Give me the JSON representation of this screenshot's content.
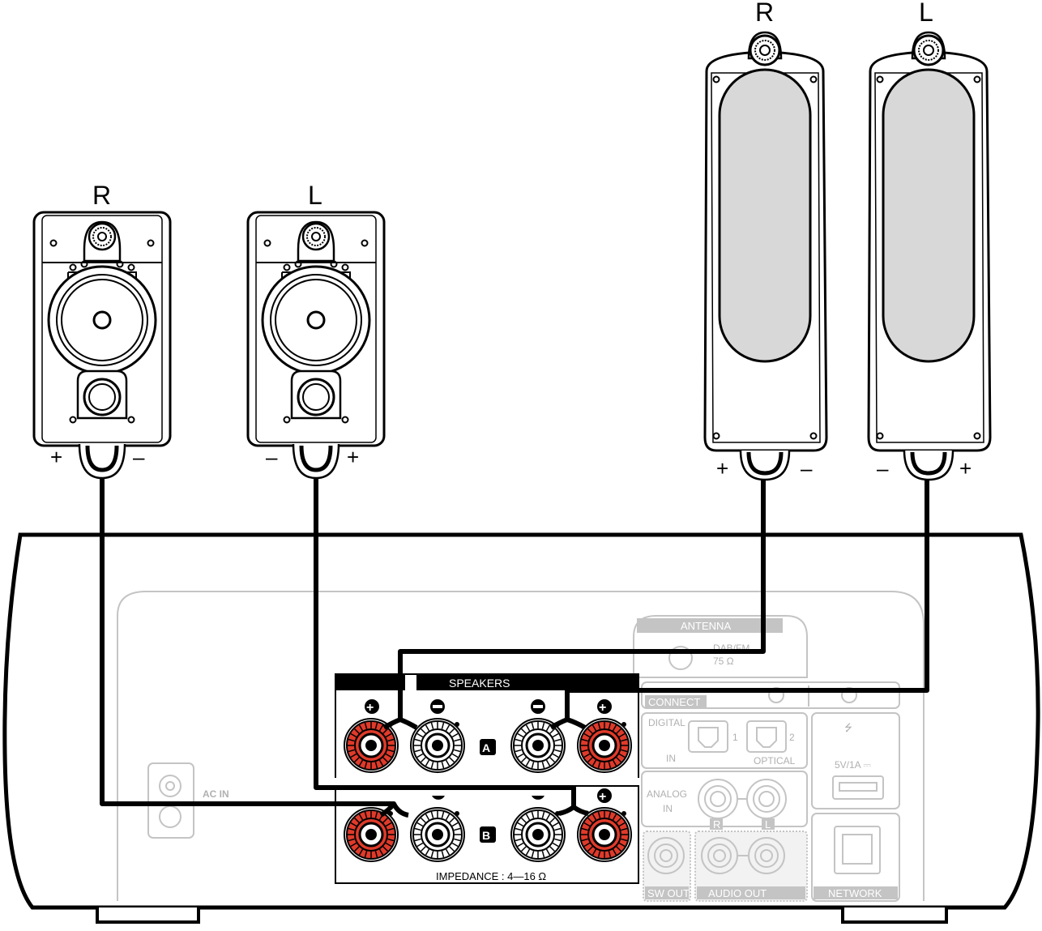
{
  "speakers": {
    "bookshelf_right_label": "R",
    "bookshelf_left_label": "L",
    "tower_right_label": "R",
    "tower_left_label": "L",
    "plus_sign": "+",
    "minus_sign": "–"
  },
  "panel": {
    "speakers_header": "SPEAKERS",
    "channel_a": "A",
    "channel_b": "B",
    "impedance": "IMPEDANCE : 4—16 Ω",
    "antenna": "ANTENNA",
    "antenna_sub1": "DAB/FM",
    "antenna_sub2": "75 Ω",
    "connect": "CONNECT",
    "digital": "DIGITAL",
    "digital_in": "IN",
    "optical": "OPTICAL",
    "optical_1": "1",
    "optical_2": "2",
    "usb_power": "5V/1A ⎓",
    "analog": "ANALOG",
    "analog_in": "IN",
    "channel_r": "R",
    "channel_l": "L",
    "sw_out": "SW OUT",
    "audio_out": "AUDIO OUT",
    "network": "NETWORK",
    "ac_in": "AC IN"
  },
  "colors": {
    "terminal_positive": "#e03a2a",
    "terminal_negative": "#ffffff",
    "cable": "#000000",
    "inactive_panel": "#c4c4c4",
    "woofer_fill": "#d8d8d8"
  }
}
